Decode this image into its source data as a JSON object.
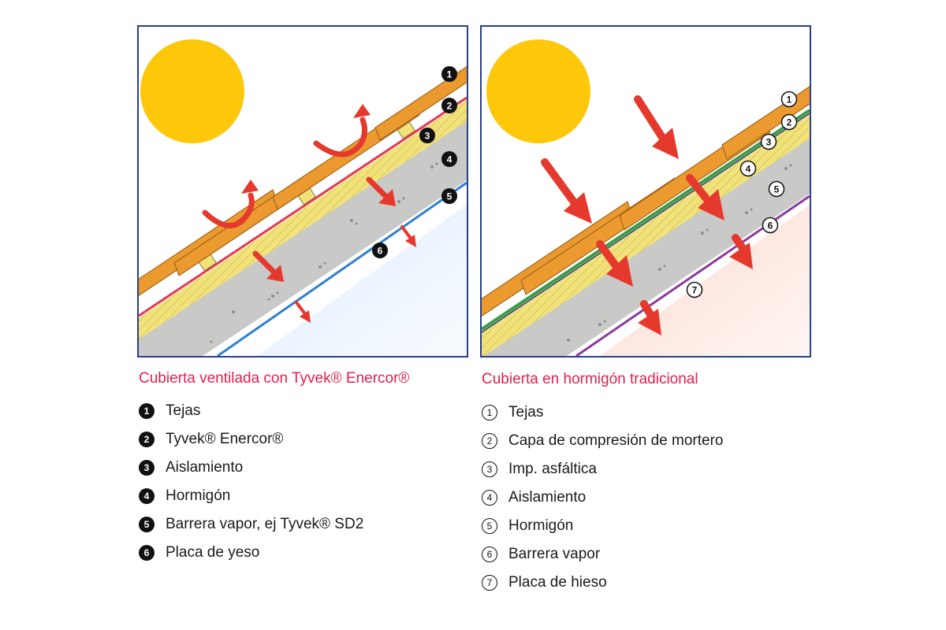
{
  "left": {
    "caption": "Cubierta ventilada con Tyvek® Enercor®",
    "items": [
      {
        "num": "1",
        "text": "Tejas"
      },
      {
        "num": "2",
        "text": "Tyvek® Enercor®"
      },
      {
        "num": "3",
        "text": "Aislamiento"
      },
      {
        "num": "4",
        "text": "Hormigón"
      },
      {
        "num": "5",
        "text": "Barrera vapor, ej Tyvek® SD2"
      },
      {
        "num": "6",
        "text": "Placa de yeso"
      }
    ]
  },
  "right": {
    "caption": "Cubierta en hormigón tradicional",
    "items": [
      {
        "num": "1",
        "text": "Tejas"
      },
      {
        "num": "2",
        "text": "Capa de compresión de mortero"
      },
      {
        "num": "3",
        "text": "Imp. asfáltica"
      },
      {
        "num": "4",
        "text": "Aislamiento"
      },
      {
        "num": "5",
        "text": "Hormigón"
      },
      {
        "num": "6",
        "text": "Barrera vapor"
      },
      {
        "num": "7",
        "text": "Placa de hieso"
      }
    ]
  },
  "colors": {
    "frame": "#2a3f8c",
    "caption": "#e4204c",
    "sun": "#fdc70a",
    "tile": "#eb9a2f",
    "insulation": "#f2e27a",
    "concrete": "#c9c9c7",
    "arrow": "#e5392d",
    "membrane": "#e8344e",
    "vapor_left": "#2f7fd1",
    "vapor_right": "#8b3a9e",
    "mortar": "#3a9d48"
  },
  "icons": {
    "left_badges": "filled-number-circle",
    "right_badges": "outlined-number-circle"
  }
}
